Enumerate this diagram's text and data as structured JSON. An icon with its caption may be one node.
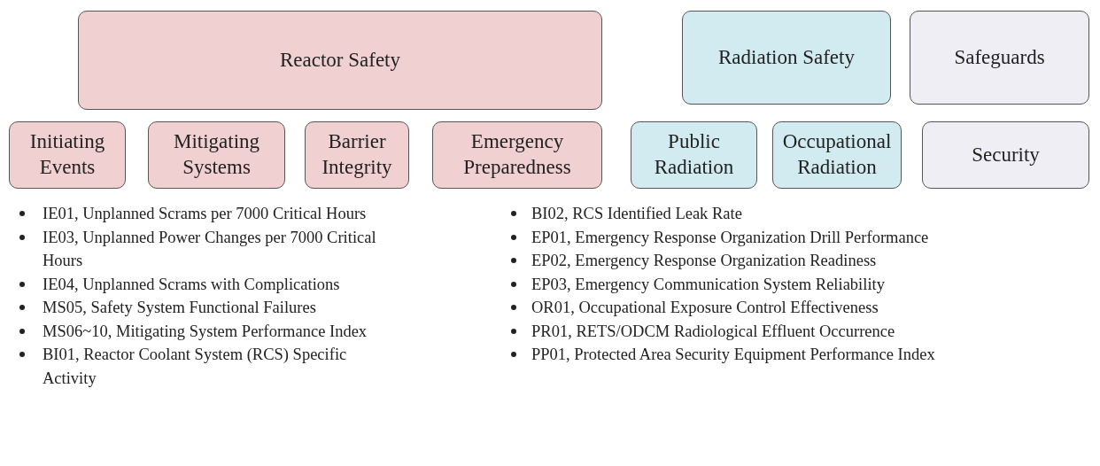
{
  "diagram": {
    "nodes": [
      {
        "text": [
          "Reactor Safety"
        ]
      },
      {
        "text": [
          "Radiation Safety"
        ]
      },
      {
        "text": [
          "Safeguards"
        ]
      },
      {
        "text": [
          "Initiating Events"
        ]
      },
      {
        "text": [
          "Mitigating Systems"
        ]
      },
      {
        "text": [
          "Barrier Integrity"
        ]
      },
      {
        "text": [
          "Emergency Preparedness"
        ]
      },
      {
        "text": [
          "Public Radiation"
        ]
      },
      {
        "text": [
          "Occupational Radiation"
        ]
      },
      {
        "text": [
          "Security"
        ]
      }
    ],
    "labels": [
      "IE01, Unplanned Scrams per 7000 Critical Hours",
      "IE03, Unplanned Power Changes per 7000 Critical Hours",
      "IE04, Unplanned Scrams with Complications",
      "MS05, Safety System Functional Failures",
      "MS06~10, Mitigating System Performance Index",
      "BI01, Reactor Coolant System (RCS) Specific Activity",
      "BI02, RCS Identified Leak Rate",
      "EP01, Emergency Response Organization Drill Performance",
      "EP02, Emergency Response Organization Readiness",
      "EP03, Emergency Communication System Reliability",
      "OR01, Occupational Exposure Control Effectiveness",
      "PR01, RETS/ODCM Radiological Effluent Occurrence",
      "PP01, Protected Area Security Equipment Performance Index"
    ]
  }
}
